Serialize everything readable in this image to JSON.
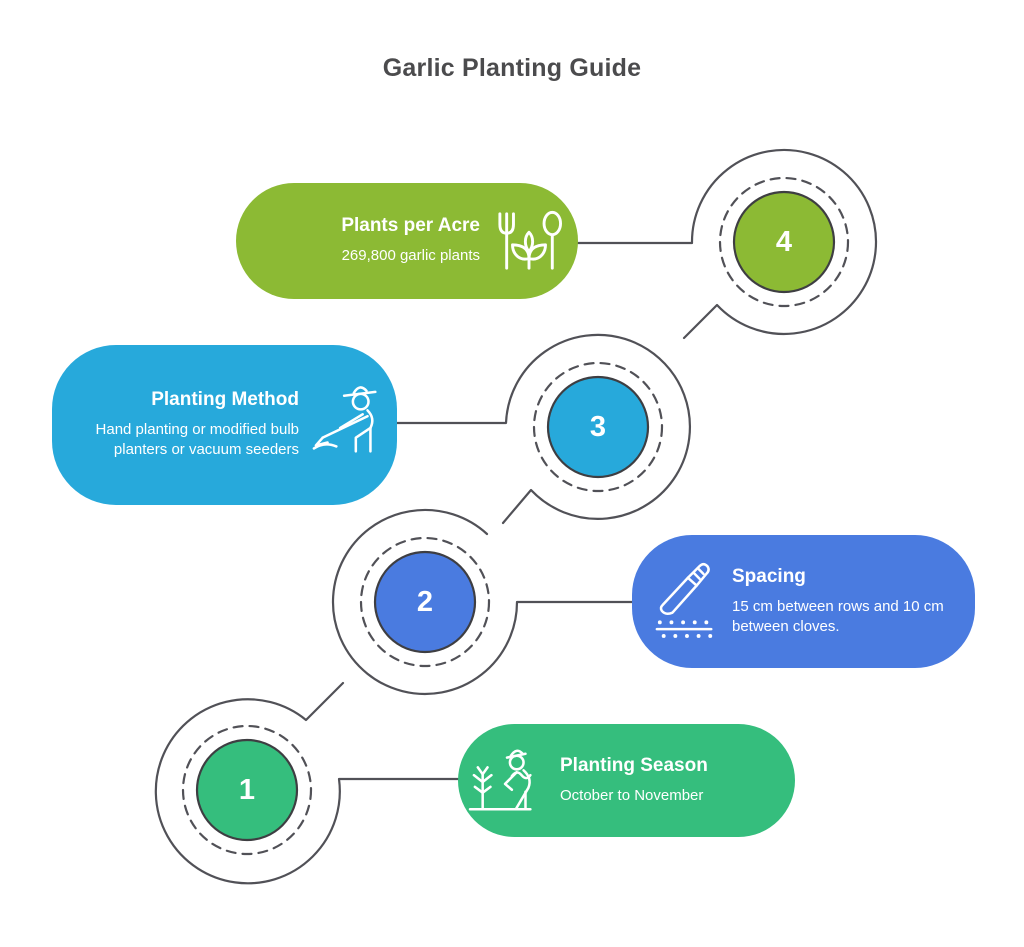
{
  "title": "Garlic Planting Guide",
  "colors": {
    "step1_green": "#35BE7D",
    "step2_blue": "#4A7BE0",
    "step3_cyan": "#27A9DB",
    "step4_lime": "#8CBA34",
    "connector_gray": "#515157",
    "title_text": "#4B4B4D",
    "pill_text": "#FFFFFF"
  },
  "steps": [
    {
      "number": "1",
      "title": "Planting Season",
      "description": "October to November",
      "icon": "farmer-planting-icon",
      "color": "#35BE7D"
    },
    {
      "number": "2",
      "title": "Spacing",
      "description": "15 cm between rows and 10 cm between cloves.",
      "icon": "knife-spacing-icon",
      "color": "#4A7BE0"
    },
    {
      "number": "3",
      "title": "Planting Method",
      "description": "Hand planting or modified bulb planters or vacuum seeders",
      "icon": "farmer-hoe-icon",
      "color": "#27A9DB"
    },
    {
      "number": "4",
      "title": "Plants per Acre",
      "description": "269,800 garlic plants",
      "icon": "fork-plant-spoon-icon",
      "color": "#8CBA34"
    }
  ]
}
